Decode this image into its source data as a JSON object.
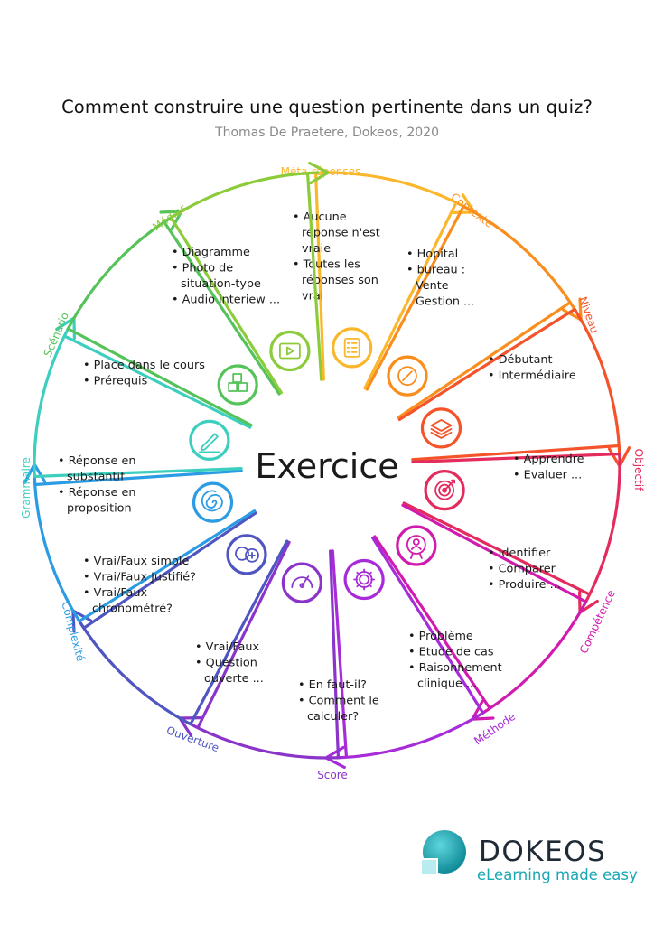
{
  "header": {
    "title": "Comment construire une question pertinente dans un quiz?",
    "subtitle": "Thomas De Praetere, Dokeos, 2020"
  },
  "center": {
    "label": "Exercice"
  },
  "segments": [
    {
      "name": "Méta-réponses",
      "color": "#FBB72B",
      "icon": "checklist-icon",
      "items": [
        "• Aucune",
        "  réponse n'est",
        "  vraie",
        "• Toutes les",
        "  réponses  son",
        "  vrai"
      ]
    },
    {
      "name": "Contexte",
      "color": "#F98E1D",
      "icon": "compass-icon",
      "items": [
        "• Hopital",
        "• bureau :",
        "  Vente",
        "  Gestion ..."
      ]
    },
    {
      "name": "Niveau",
      "color": "#F5542A",
      "icon": "layers-icon",
      "items": [
        "• Débutant",
        "• Intermédiaire"
      ]
    },
    {
      "name": "Objectif",
      "color": "#E42B5D",
      "icon": "target-icon",
      "items": [
        "• Apprendre",
        "• Evaluer ..."
      ]
    },
    {
      "name": "Compétence",
      "color": "#D11BAE",
      "icon": "badge-icon",
      "items": [
        "• Identifier",
        "• Comparer",
        "• Produire ..."
      ]
    },
    {
      "name": "Méthode",
      "color": "#A72BD8",
      "icon": "gear-icon",
      "items": [
        "• Problème",
        "• Etude de cas",
        "• Raisonnement",
        "  clinique ..."
      ]
    },
    {
      "name": "Score",
      "color": "#8A34C9",
      "icon": "gauge-icon",
      "items": [
        "• En faut-il?",
        "• Comment le",
        "  calculer?"
      ]
    },
    {
      "name": "Ouverture",
      "color": "#4F56C2",
      "icon": "chat-bubbles-icon",
      "items": [
        "• Vrai/Faux",
        "• Question",
        "  ouverte ..."
      ]
    },
    {
      "name": "Complexité",
      "color": "#2B9CE3",
      "icon": "spiral-icon",
      "items": [
        "• Vrai/Faux simple",
        "• Vrai/Faux Justifié?",
        "• Vrai/Faux",
        "  chronométré?"
      ]
    },
    {
      "name": "Grammaire",
      "color": "#3CCFBF",
      "icon": "pencil-icon",
      "items": [
        "• Réponse en",
        "  substantif",
        "• Réponse en",
        "  proposition"
      ]
    },
    {
      "name": "Scénario",
      "color": "#55C35A",
      "icon": "cubes-icon",
      "items": [
        "• Place dans le cours",
        "• Prérequis"
      ]
    },
    {
      "name": "Médias",
      "color": "#8CCB3A",
      "icon": "video-play-icon",
      "items": [
        "• Diagramme",
        "• Photo de",
        "  situation-type",
        "• Audio interiew ..."
      ]
    }
  ],
  "logo": {
    "name": "DOKEOS",
    "tagline": "eLearning made easy",
    "color": "#1aa7b3"
  }
}
